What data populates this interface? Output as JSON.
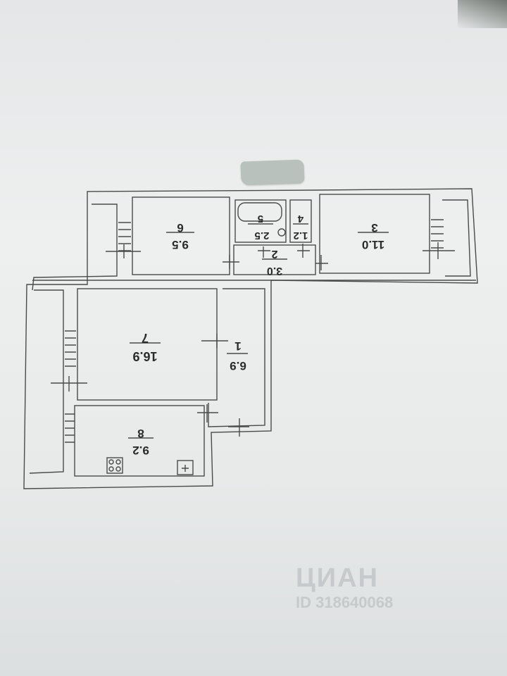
{
  "rooms": [
    {
      "id": "6",
      "area": "9.5"
    },
    {
      "id": "5",
      "area": "2.5"
    },
    {
      "id": "4",
      "area": "1.2"
    },
    {
      "id": "3",
      "area": "11.0"
    },
    {
      "id": "2",
      "area": "3.0"
    },
    {
      "id": "7",
      "area": "16.9"
    },
    {
      "id": "1",
      "area": "6.9"
    },
    {
      "id": "8",
      "area": "9.2"
    }
  ],
  "watermark": {
    "brand": "ЦИАН",
    "id": "ID 318640068"
  }
}
